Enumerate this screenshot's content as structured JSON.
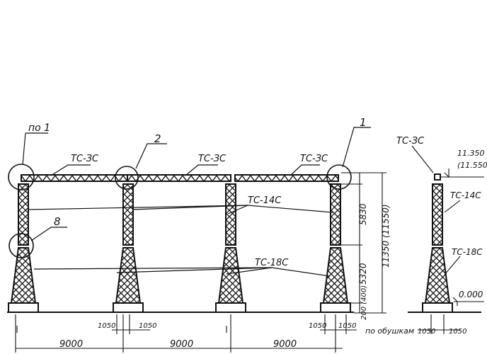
{
  "labels": {
    "ref_po1": "по 1",
    "ref_1": "1",
    "ref_2": "2",
    "ref_8": "8",
    "truss_left": "ТС-ЗС",
    "truss_mid": "ТС-ЗС",
    "truss_right": "ТС-ЗС",
    "truss_side": "ТС-ЗС",
    "upper_col": "ТС-14С",
    "upper_col_side": "ТС-14С",
    "lower_col": "ТС-18С",
    "lower_col_side": "ТС-18С"
  },
  "dims": {
    "span_1": "9000",
    "span_2": "9000",
    "span_3": "9000",
    "base_1": "1050",
    "base_2": "1050",
    "base_3": "1050",
    "base_4": "1050",
    "side_base_l": "1050",
    "side_base_r": "1050",
    "upper_height": "5830",
    "lower_height": "5320",
    "bottom_height": "200 (400)",
    "total_height": "11350 (11550)",
    "elev_top": "11.350",
    "elev_top_alt": "(11.550)",
    "elev_zero": "0.000",
    "side_note": "по обушкам"
  }
}
